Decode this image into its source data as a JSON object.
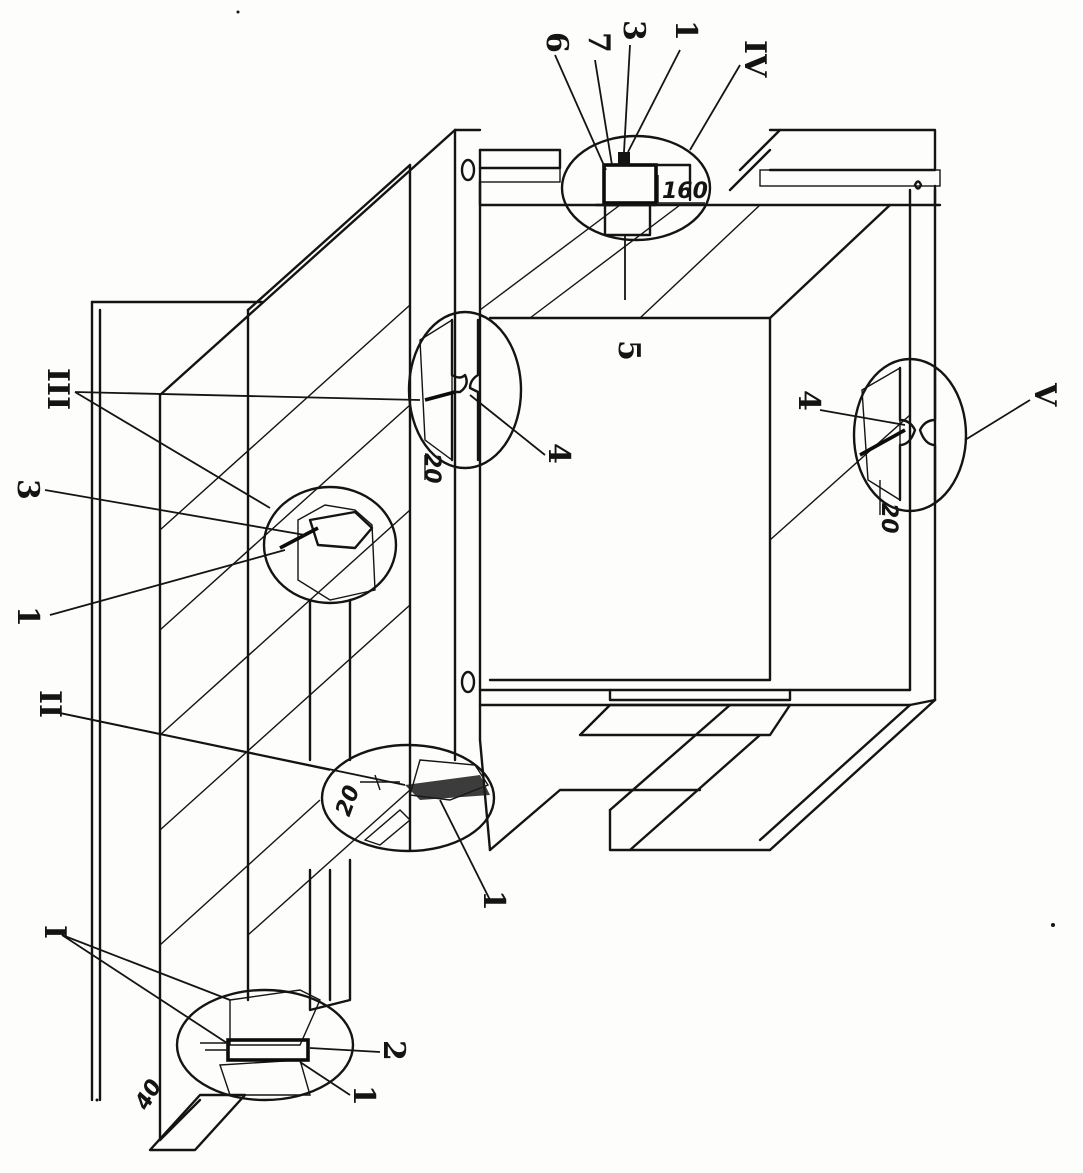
{
  "callouts": {
    "I": {
      "roman": "I",
      "labels": [
        "2",
        "1"
      ],
      "dimension": "40"
    },
    "II": {
      "roman": "II",
      "labels": [
        "1"
      ],
      "dimension": "20"
    },
    "III": {
      "roman": "III",
      "labels": [
        "3",
        "1"
      ]
    },
    "IIIb": {
      "labels": [
        "4"
      ],
      "dimension": "20"
    },
    "IV": {
      "roman": "IV",
      "labels": [
        "3",
        "1",
        "7",
        "6",
        "5"
      ],
      "dimension": "160"
    },
    "V": {
      "roman": "V",
      "labels": [
        "4"
      ],
      "dimension": "20"
    }
  },
  "colors": {
    "line": "#141414",
    "paper": "#fdfdfb",
    "stipple": "#2a2a2a"
  }
}
